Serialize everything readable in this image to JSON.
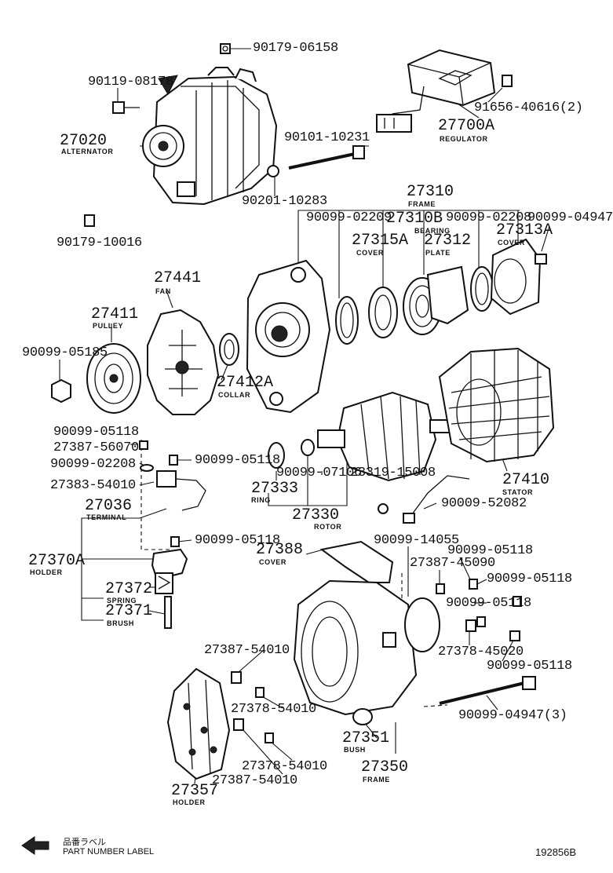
{
  "parts": [
    {
      "id": "p01",
      "code": "90179-06158"
    },
    {
      "id": "p02",
      "code": "90119-08178"
    },
    {
      "id": "p03",
      "code": "91656-40616(2)"
    },
    {
      "id": "p04",
      "code": "27700A",
      "name": "REGULATOR"
    },
    {
      "id": "p05",
      "code": "27020",
      "name": "ALTERNATOR"
    },
    {
      "id": "p06",
      "code": "90101-10231"
    },
    {
      "id": "p07",
      "code": "90201-10283"
    },
    {
      "id": "p08",
      "code": "27310",
      "name": "FRAME"
    },
    {
      "id": "p09",
      "code": "90099-02209"
    },
    {
      "id": "p10",
      "code": "27310B",
      "name": "BEARING"
    },
    {
      "id": "p11",
      "code": "90099-02208"
    },
    {
      "id": "p12",
      "code": "90099-04947"
    },
    {
      "id": "p13",
      "code": "90179-10016"
    },
    {
      "id": "p14",
      "code": "27315A",
      "name": "COVER"
    },
    {
      "id": "p15",
      "code": "27312",
      "name": "PLATE"
    },
    {
      "id": "p16",
      "code": "27313A",
      "name": "COVER"
    },
    {
      "id": "p17",
      "code": "27441",
      "name": "FAN"
    },
    {
      "id": "p18",
      "code": "27411",
      "name": "PULLEY"
    },
    {
      "id": "p19",
      "code": "90099-05185"
    },
    {
      "id": "p20",
      "code": "27412A",
      "name": "COLLAR"
    },
    {
      "id": "p21",
      "code": "90099-05118"
    },
    {
      "id": "p22",
      "code": "27387-56070"
    },
    {
      "id": "p23",
      "code": "90099-05118"
    },
    {
      "id": "p24",
      "code": "90099-02208"
    },
    {
      "id": "p25",
      "code": "27383-54010"
    },
    {
      "id": "p26",
      "code": "90099-07106"
    },
    {
      "id": "p27",
      "code": "23319-15008"
    },
    {
      "id": "p28",
      "code": "27410",
      "name": "STATOR"
    },
    {
      "id": "p29",
      "code": "27333",
      "name": "RING"
    },
    {
      "id": "p30",
      "code": "27036",
      "name": "TERMINAL"
    },
    {
      "id": "p31",
      "code": "90009-52082"
    },
    {
      "id": "p32",
      "code": "27330",
      "name": "ROTOR"
    },
    {
      "id": "p33",
      "code": "90099-05118"
    },
    {
      "id": "p34",
      "code": "90099-14055"
    },
    {
      "id": "p35",
      "code": "90099-05118"
    },
    {
      "id": "p36",
      "code": "27388",
      "name": "COVER"
    },
    {
      "id": "p37",
      "code": "27370A",
      "name": "HOLDER"
    },
    {
      "id": "p38",
      "code": "27387-45090"
    },
    {
      "id": "p39",
      "code": "90099-05118"
    },
    {
      "id": "p40",
      "code": "27372",
      "name": "SPRING"
    },
    {
      "id": "p41",
      "code": "90099-05118"
    },
    {
      "id": "p42",
      "code": "27371",
      "name": "BRUSH"
    },
    {
      "id": "p43",
      "code": "27387-54010"
    },
    {
      "id": "p44",
      "code": "27378-45020"
    },
    {
      "id": "p45",
      "code": "90099-05118"
    },
    {
      "id": "p46",
      "code": "27378-54010"
    },
    {
      "id": "p47",
      "code": "90099-04947(3)"
    },
    {
      "id": "p48",
      "code": "27351",
      "name": "BUSH"
    },
    {
      "id": "p49",
      "code": "27378-54010"
    },
    {
      "id": "p50",
      "code": "27350",
      "name": "FRAME"
    },
    {
      "id": "p51",
      "code": "27387-54010"
    },
    {
      "id": "p52",
      "code": "27357",
      "name": "HOLDER"
    }
  ],
  "footer": {
    "legend_jp": "品番ラベル",
    "legend_en": "PART NUMBER LABEL",
    "arrow_icon": "left-arrow-icon",
    "figure_number": "192856B"
  }
}
